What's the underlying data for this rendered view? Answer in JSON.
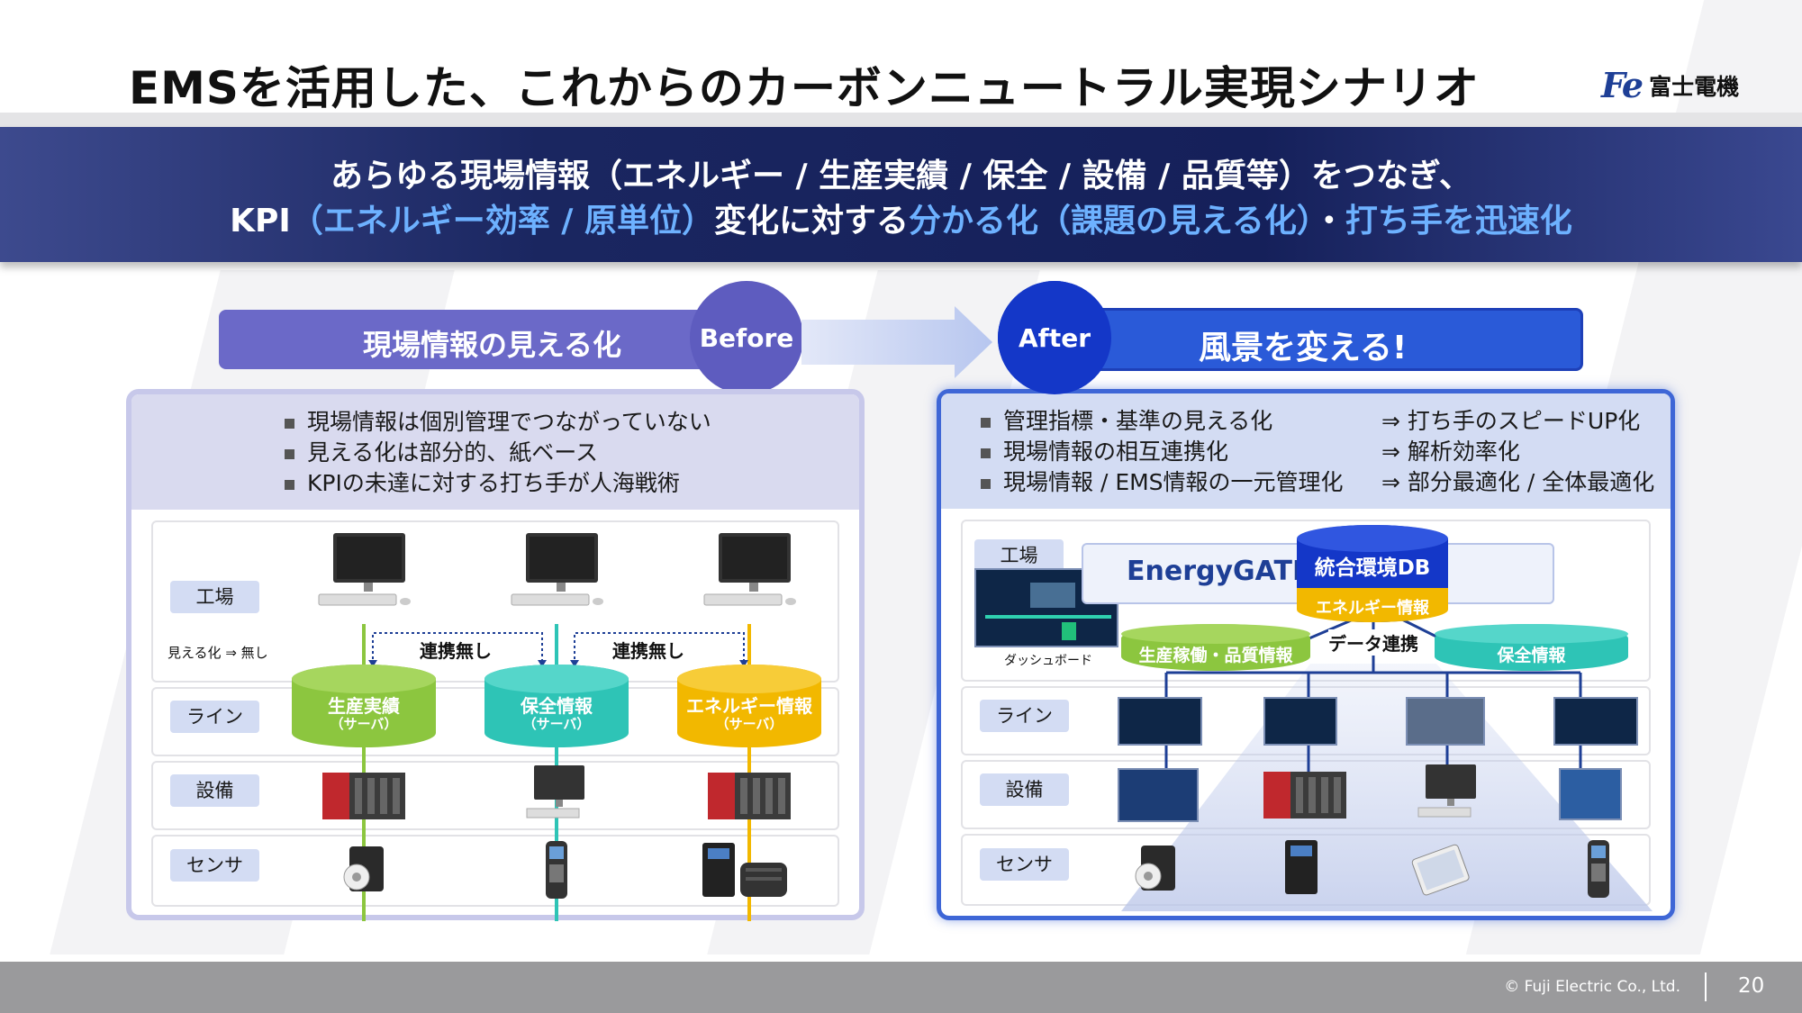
{
  "title": "EMSを活用した、これからのカーボンニュートラル実現シナリオ",
  "logo": {
    "mark": "Fe",
    "text": "富士電機"
  },
  "banner": {
    "line1": "あらゆる現場情報（エネルギー / 生産実績 / 保全 / 設備 / 品質等）をつなぎ、",
    "line2_a": "KPI",
    "line2_b": "（エネルギー効率 / 原単位）",
    "line2_c": "変化に対する",
    "line2_d": "分かる化（課題の見える化）",
    "line2_e": "・",
    "line2_f": "打ち手を迅速化"
  },
  "before": {
    "bar_label": "現場情報の見える化",
    "badge": "Before",
    "bullets": [
      "現場情報は個別管理でつながっていない",
      "見える化は部分的、紙ベース",
      "KPIの未達に対する打ち手が人海戦術"
    ],
    "rows": [
      "工場",
      "ライン",
      "設備",
      "センサ"
    ],
    "mieru": "見える化 ⇒ 無し",
    "no_link": "連携無し",
    "dbs": [
      {
        "name": "生産実績",
        "sub": "（サーバ）",
        "color": "#8cc63f"
      },
      {
        "name": "保全情報",
        "sub": "（サーバ）",
        "color": "#2ec4b6"
      },
      {
        "name": "エネルギー情報",
        "sub": "（サーバ）",
        "color": "#f2b800"
      }
    ]
  },
  "after": {
    "badge": "After",
    "bar_label": "風景を変える!",
    "bullets": [
      {
        "a": "管理指標・基準の見える化",
        "b": "⇒ 打ち手のスピードUP化"
      },
      {
        "a": "現場情報の相互連携化",
        "b": "⇒ 解析効率化"
      },
      {
        "a": "現場情報 / EMS情報の一元管理化",
        "b": "⇒ 部分最適化 / 全体最適化"
      }
    ],
    "rows": [
      "工場",
      "ライン",
      "設備",
      "センサ"
    ],
    "dashboard": "ダッシュボード",
    "energygate": "EnergyGATE",
    "central_db": "統合環境DB",
    "energy_info": "エネルギー情報",
    "data_link": "データ連携",
    "prod_quality": "生産稼働・品質情報",
    "maint": "保全情報"
  },
  "footer": {
    "copyright": "© Fuji Electric Co., Ltd.",
    "page": "20"
  },
  "colors": {
    "navy": "#15205a",
    "before": "#6b69c8",
    "after": "#2a5ad8",
    "highlight": "#6db1ff"
  }
}
